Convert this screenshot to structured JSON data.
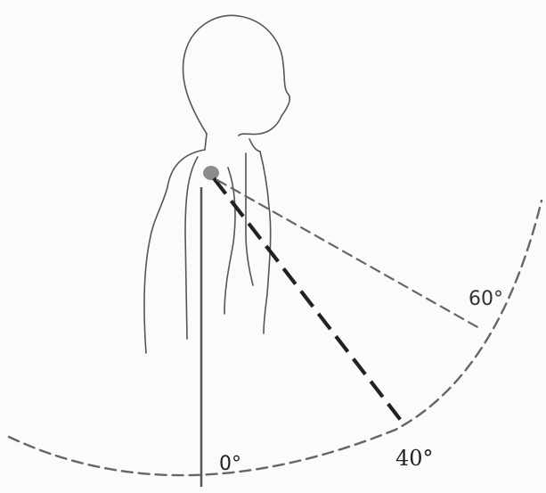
{
  "figure": {
    "labels": {
      "zero": "0°",
      "forty": "40°",
      "sixty": "60°"
    }
  }
}
